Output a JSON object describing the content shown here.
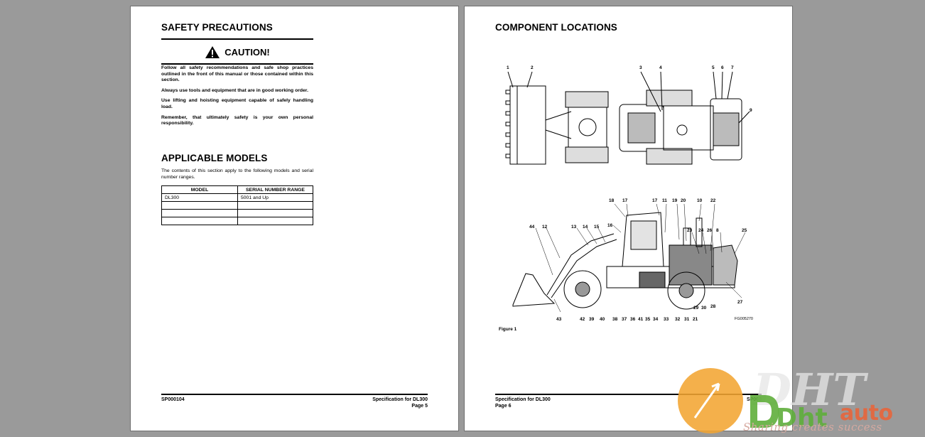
{
  "left_page": {
    "safety_title": "SAFETY PRECAUTIONS",
    "caution_label": "CAUTION!",
    "safety_paragraphs": [
      "Follow all safety recommendations and safe shop practices outlined in the front of this manual or those contained within this section.",
      "Always use tools and equipment that are in good working order.",
      "Use lifting and hoisting equipment capable of safely handling load.",
      "Remember, that ultimately safety is your own personal responsibility."
    ],
    "models_title": "APPLICABLE MODELS",
    "models_intro": "The contents of this section apply to the following models and serial number ranges.",
    "table": {
      "headers": [
        "MODEL",
        "SERIAL NUMBER RANGE"
      ],
      "rows": [
        [
          "DL300",
          "5001 and Up"
        ],
        [
          "",
          ""
        ],
        [
          "",
          ""
        ],
        [
          "",
          ""
        ]
      ]
    },
    "footer_code": "SP000104",
    "footer_title": "Specification for DL300",
    "footer_page": "Page 5"
  },
  "right_page": {
    "title": "COMPONENT LOCATIONS",
    "top_callouts": [
      "1",
      "2",
      "3",
      "4",
      "5",
      "6",
      "7",
      "9"
    ],
    "side_top_callouts": [
      "18",
      "17",
      "17",
      "11",
      "19",
      "20",
      "10",
      "22"
    ],
    "side_mid_callouts": [
      "44",
      "12",
      "13",
      "14",
      "15",
      "16",
      "23",
      "24",
      "26",
      "8",
      "25"
    ],
    "side_bottom_callouts": [
      "43",
      "42",
      "39",
      "40",
      "38",
      "37",
      "36",
      "41",
      "35",
      "34",
      "33",
      "32",
      "31",
      "21",
      "29",
      "30",
      "28",
      "27"
    ],
    "figure_code": "FG005270",
    "figure_label": "Figure 1",
    "footer_title": "Specification for DL300",
    "footer_page": "Page 6",
    "footer_code": "SP000"
  },
  "watermark": {
    "brand_letters": "DHT",
    "brand_small": "Dht",
    "brand_suffix": "auto",
    "tagline": "Sharing creates success"
  },
  "colors": {
    "background": "#9a9a9a",
    "page": "#ffffff",
    "watermark_orange": "#f3a532",
    "watermark_green": "#5fae3b",
    "watermark_red": "#e06a44"
  }
}
